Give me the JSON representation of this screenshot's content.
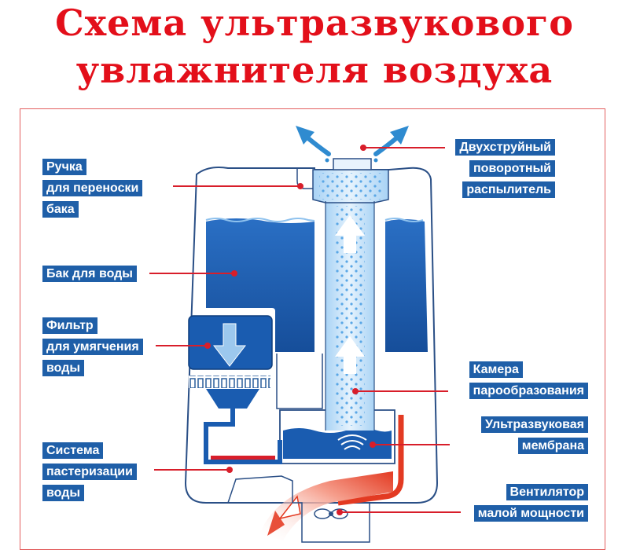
{
  "title": {
    "line1": "Схема ультразвукового",
    "line2": "увлажнителя воздуха"
  },
  "labels": {
    "handle": [
      "Ручка",
      "для переноски",
      "бака"
    ],
    "tank": [
      "Бак для воды"
    ],
    "filter": [
      "Фильтр",
      "для умягчения",
      "воды"
    ],
    "pasteurization": [
      "Система",
      "пастеризации",
      "воды"
    ],
    "sprayer": [
      "Двухструйный",
      "поворотный",
      "распылитель"
    ],
    "chamber": [
      "Камера",
      "парообразования"
    ],
    "membrane": [
      "Ультразвуковая",
      "мембрана"
    ],
    "fan": [
      "Вентилятор",
      "малой мощности"
    ]
  },
  "colors": {
    "title": "#e30f1a",
    "label_bg": "#1f5fa8",
    "label_text": "#ffffff",
    "water": "#1a5cb0",
    "arrow_blue": "#2f8bd0",
    "heat": "#e33a22",
    "leader": "#d81e2a"
  }
}
